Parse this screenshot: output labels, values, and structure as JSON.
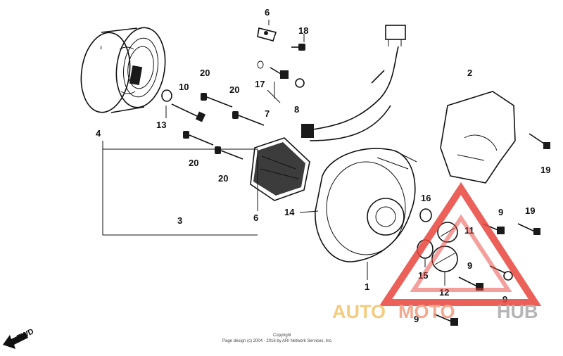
{
  "diagram": {
    "callouts": [
      {
        "id": "c6a",
        "text": "6"
      },
      {
        "id": "c18",
        "text": "18"
      },
      {
        "id": "c2",
        "text": "2"
      },
      {
        "id": "c20a",
        "text": "20"
      },
      {
        "id": "c20b",
        "text": "20"
      },
      {
        "id": "c10",
        "text": "10"
      },
      {
        "id": "c17",
        "text": "17"
      },
      {
        "id": "c7",
        "text": "7"
      },
      {
        "id": "c8",
        "text": "8"
      },
      {
        "id": "c13",
        "text": "13"
      },
      {
        "id": "c4",
        "text": "4"
      },
      {
        "id": "c20c",
        "text": "20"
      },
      {
        "id": "c20d",
        "text": "20"
      },
      {
        "id": "c19a",
        "text": "19"
      },
      {
        "id": "c3",
        "text": "3"
      },
      {
        "id": "c6b",
        "text": "6"
      },
      {
        "id": "c14",
        "text": "14"
      },
      {
        "id": "c16",
        "text": "16"
      },
      {
        "id": "c9a",
        "text": "9"
      },
      {
        "id": "c19b",
        "text": "19"
      },
      {
        "id": "c11",
        "text": "11"
      },
      {
        "id": "c15",
        "text": "15"
      },
      {
        "id": "c1",
        "text": "1"
      },
      {
        "id": "c12",
        "text": "12"
      },
      {
        "id": "c9b",
        "text": "9"
      },
      {
        "id": "c9c",
        "text": "9"
      },
      {
        "id": "c9d",
        "text": "9"
      }
    ],
    "fwd_label": "FWD",
    "copyright_line1": "Copyright",
    "copyright_line2": "Page design (c) 2004 - 2016 by ARI Network Services, Inc.",
    "watermark": {
      "part1": "AUTO",
      "part2": "MOTO",
      "part3": "HUB",
      "colors": {
        "auto": "#f2c46a",
        "moto": "#f19a7d",
        "hub": "#a9a9a9",
        "triangle": "#e8453c"
      }
    }
  }
}
